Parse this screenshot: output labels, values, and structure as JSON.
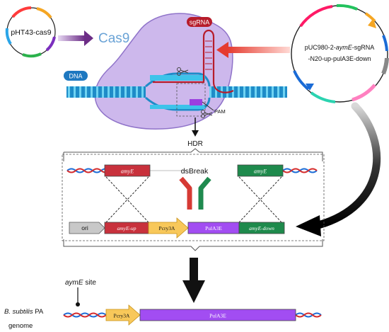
{
  "plasmid_left": {
    "name": "pHT43-cas9"
  },
  "protein": {
    "label": "Cas9"
  },
  "sgrna": {
    "label": "sgRNA"
  },
  "dna": {
    "label": "DNA"
  },
  "pam": {
    "label": "PAM"
  },
  "hdr": {
    "label": "HDR"
  },
  "plasmid_right": {
    "line1_prefix": "pUC980-2-",
    "line1_italic": "aymE",
    "line1_suffix": "-sgRNA",
    "line2": "-N20-up-pulA3E-down"
  },
  "homology": {
    "left_label": "amyE",
    "right_label": "amyE",
    "dsbreak": "dsBreak"
  },
  "construct": {
    "ori": "ori",
    "up": "amyE-up",
    "promoter": "Pcry3A",
    "gene": "PulA3E",
    "down": "amyE-down"
  },
  "genome": {
    "site_italic": "aymE",
    "site_suffix": " site",
    "species_italic": "B. subtilis",
    "species_suffix": " PA",
    "line2": "genome",
    "promoter": "Pcry3A",
    "gene": "PulA3E"
  },
  "colors": {
    "cas9_body": "#cdb8ec",
    "cas9_outline": "#8f73c9",
    "dna_blue": "#1e8cc8",
    "dna_light": "#3dc3ea",
    "sgrna_red": "#b71c2b",
    "amyE_red": "#c8313c",
    "amyE_green": "#1e8a4c",
    "promoter_yellow": "#f8c85a",
    "gene_purple": "#a24df2",
    "ori_grey": "#c8c8c8",
    "arrow_purple": "#6c2d86",
    "arrow_red": "#e53b2f"
  }
}
